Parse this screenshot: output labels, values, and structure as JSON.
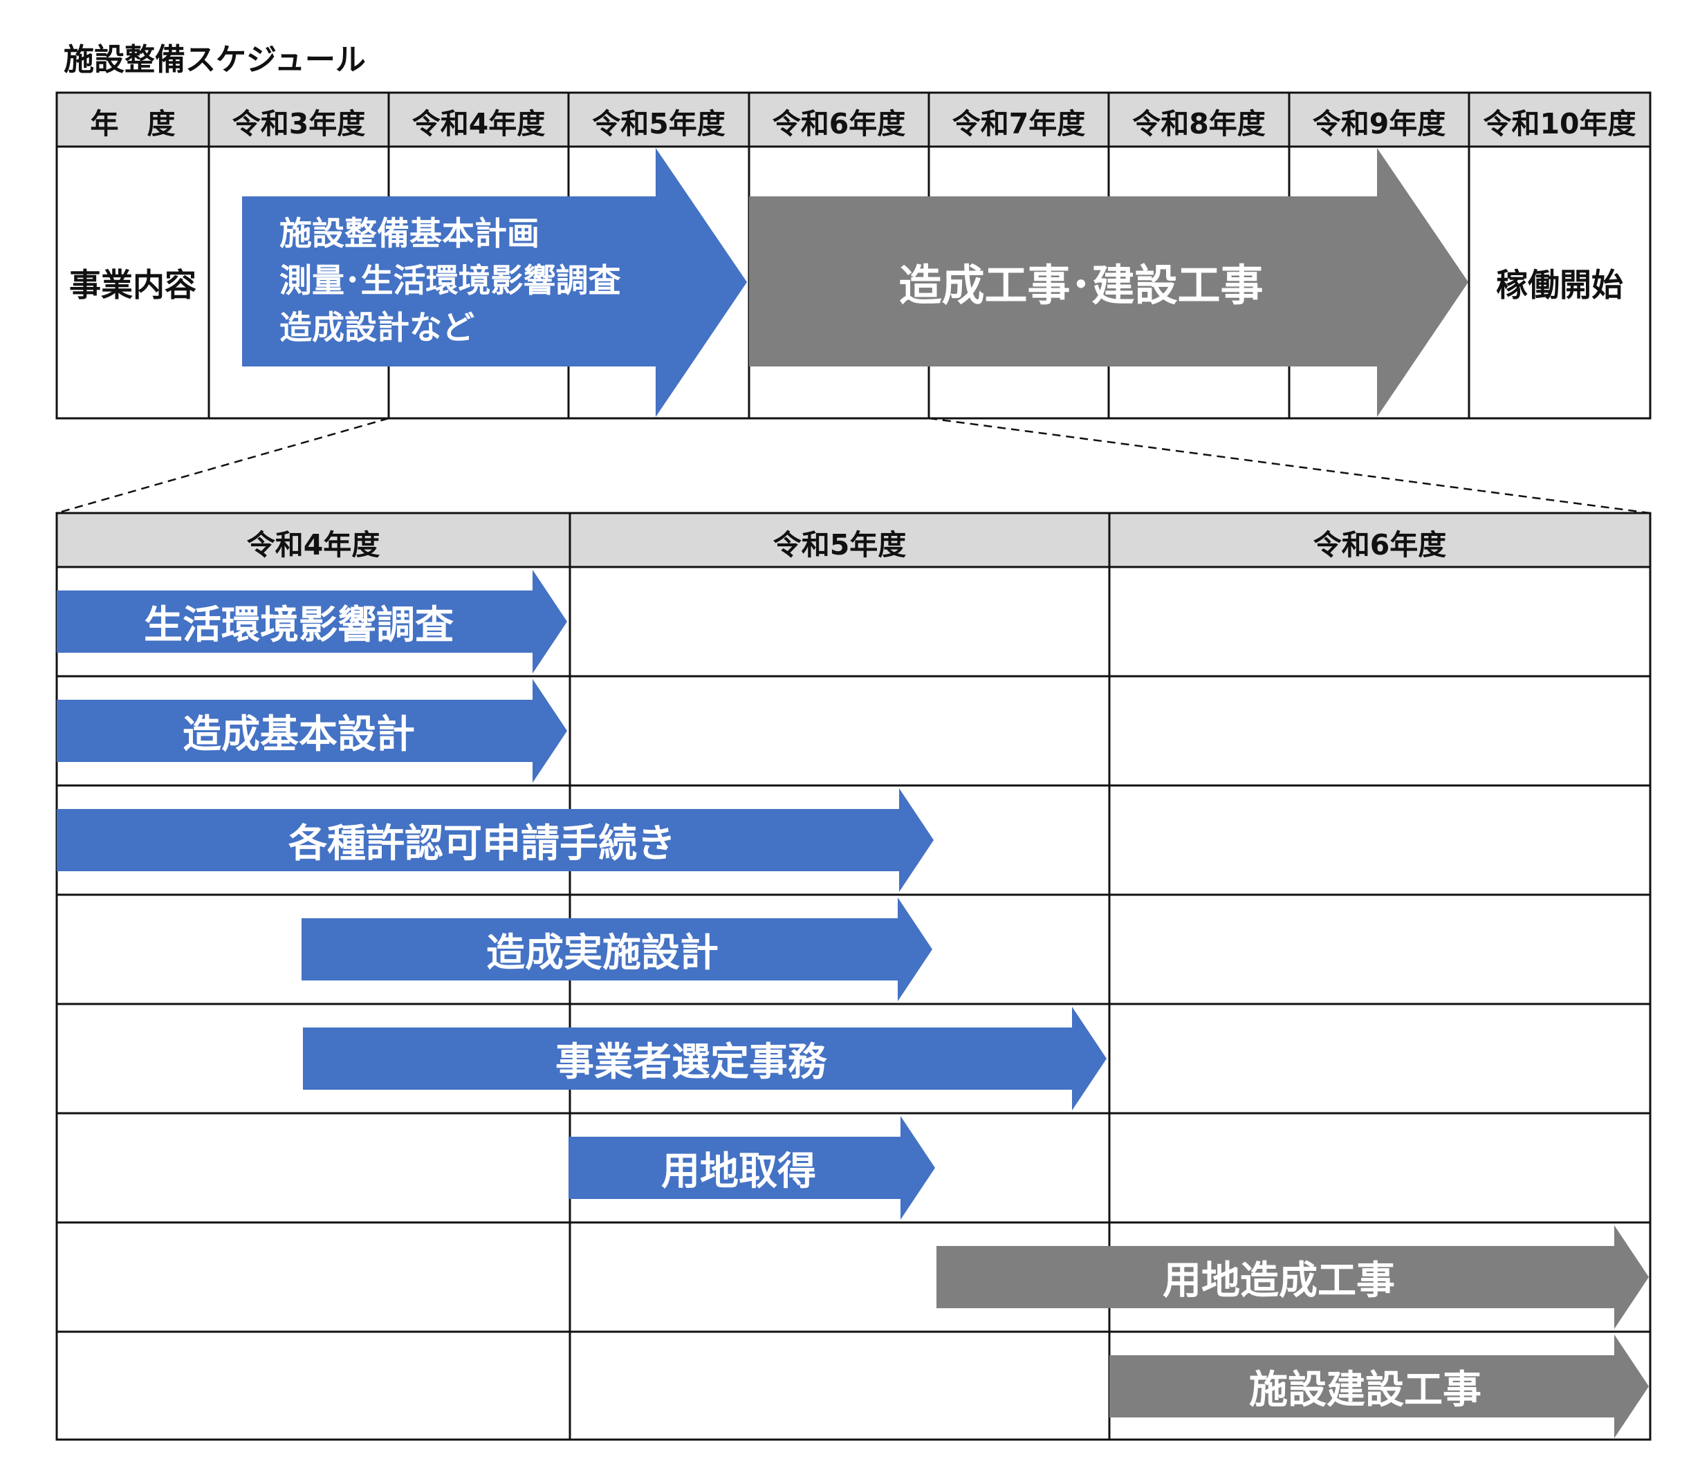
{
  "title": "施設整備スケジュール",
  "colors": {
    "blue": "#4472C4",
    "gray": "#7F7F7F",
    "header_bg": "#D9D9D9",
    "line": "#111111"
  },
  "top_table": {
    "year_header": "年　度",
    "years": [
      "令和3年度",
      "令和4年度",
      "令和5年度",
      "令和6年度",
      "令和7年度",
      "令和8年度",
      "令和9年度",
      "令和10年度"
    ],
    "row_label": "事業内容",
    "phase1": {
      "lines": [
        "施設整備基本計画",
        "測量･生活環境影響調査",
        "造成設計など"
      ],
      "color": "blue"
    },
    "phase2": {
      "label": "造成工事･建設工事",
      "color": "gray"
    },
    "phase3": {
      "label": "稼働開始"
    }
  },
  "detail_table": {
    "years": [
      "令和4年度",
      "令和5年度",
      "令和6年度"
    ],
    "tasks": [
      {
        "label": "生活環境影響調査",
        "color": "blue"
      },
      {
        "label": "造成基本設計",
        "color": "blue"
      },
      {
        "label": "各種許認可申請手続き",
        "color": "blue"
      },
      {
        "label": "造成実施設計",
        "color": "blue"
      },
      {
        "label": "事業者選定事務",
        "color": "blue"
      },
      {
        "label": "用地取得",
        "color": "blue"
      },
      {
        "label": "用地造成工事",
        "color": "gray"
      },
      {
        "label": "施設建設工事",
        "color": "gray"
      }
    ]
  }
}
